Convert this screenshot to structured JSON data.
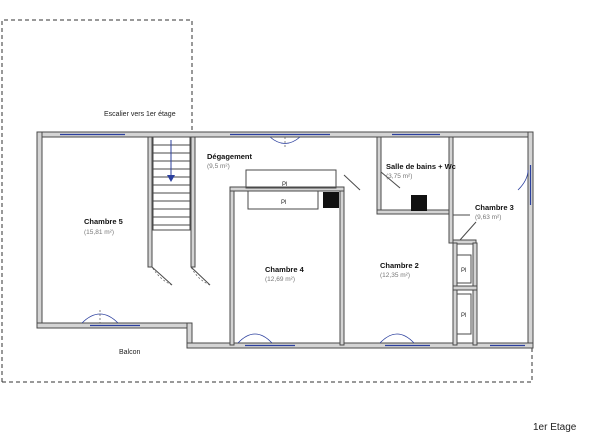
{
  "plan": {
    "floor_label": "1er Etage",
    "stair_label": "Escalier vers 1er étage",
    "balcony_label": "Balcon",
    "rooms": [
      {
        "name": "Chambre 5",
        "area": "(15,81 m²)"
      },
      {
        "name": "Dégagement",
        "area": "(9,5 m²)"
      },
      {
        "name": "Salle de bains + Wc",
        "area": "(3,75 m²)"
      },
      {
        "name": "Chambre 3",
        "area": "(9,63 m²)"
      },
      {
        "name": "Chambre 4",
        "area": "(12,69 m²)"
      },
      {
        "name": "Chambre 2",
        "area": "(12,35 m²)"
      }
    ],
    "closet_label": "Pl"
  }
}
